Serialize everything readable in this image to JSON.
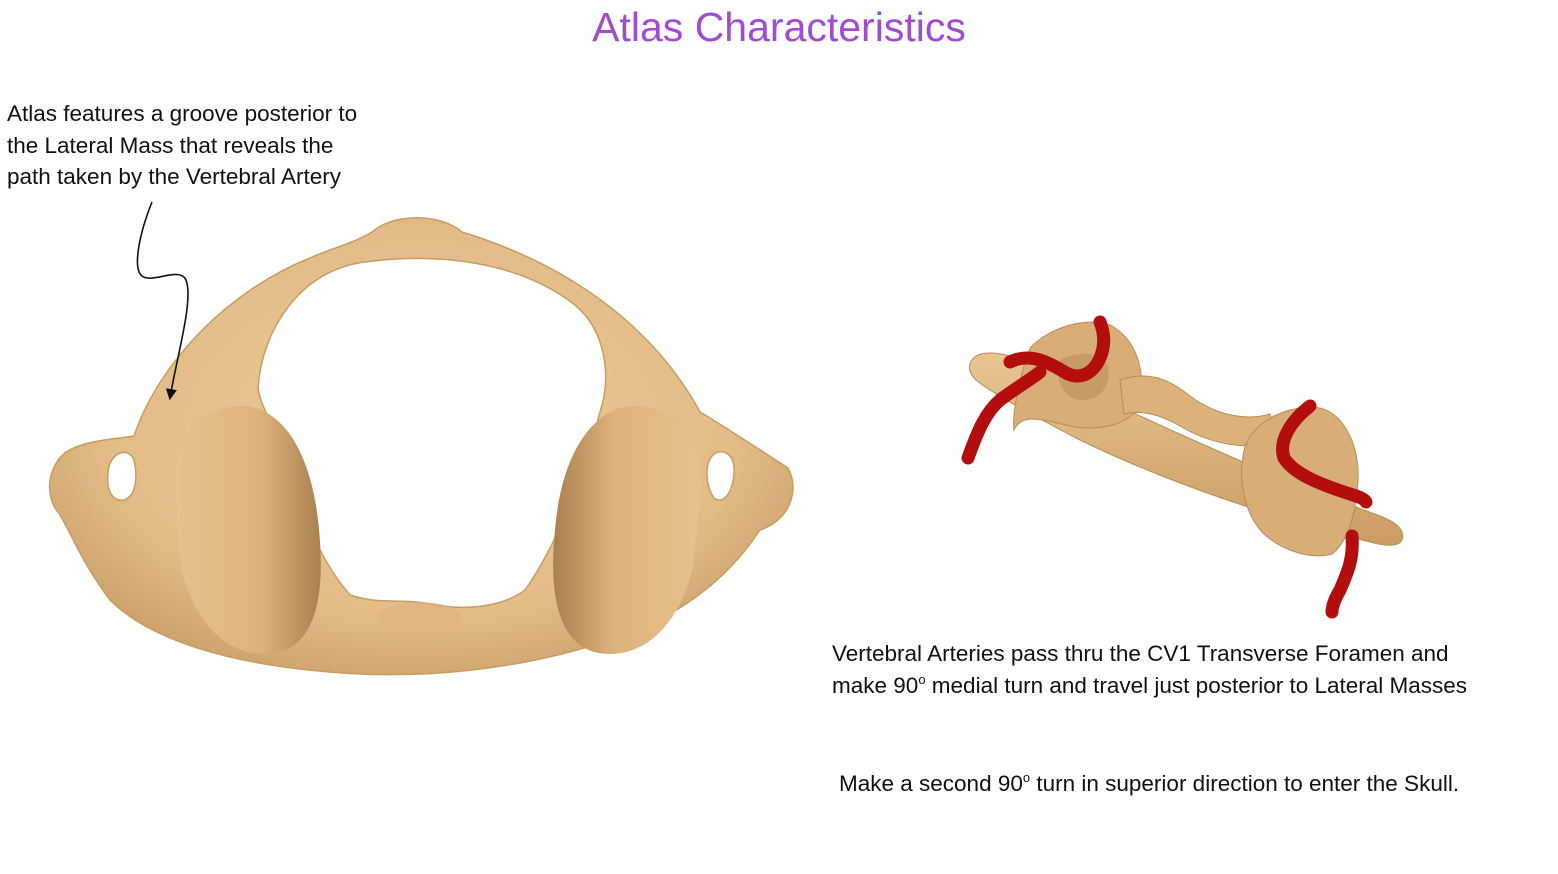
{
  "title": "Atlas Characteristics",
  "notes": {
    "groove": {
      "lines": [
        "Atlas features a groove posterior to",
        "the Lateral Mass that reveals the",
        "path taken by the Vertebral Artery"
      ]
    },
    "arteries_pass": {
      "line1": "Vertebral Arteries pass thru the CV1 Transverse Foramen and",
      "line2_pre": "make 90",
      "line2_sup": "o",
      "line2_post": " medial turn and travel just posterior to Lateral Masses"
    },
    "second_turn": {
      "pre": "Make a second 90",
      "sup": "o",
      "post": " turn in superior direction to enter the Skull."
    }
  },
  "colors": {
    "title": "#a24bd0",
    "bone": "#e3bc88",
    "bone_shadow": "#c79a63",
    "artery": "#b30d0d",
    "text": "#111111"
  }
}
